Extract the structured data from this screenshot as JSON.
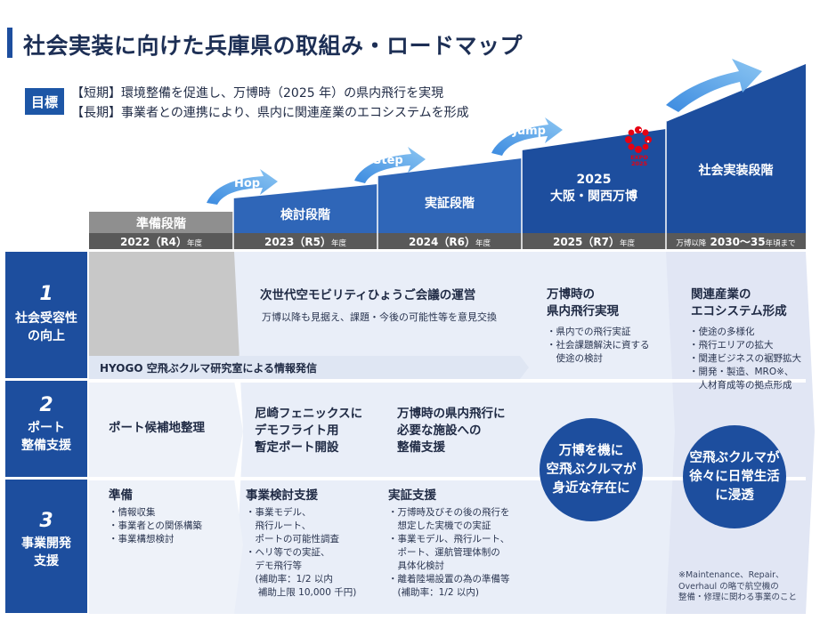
{
  "title": "社会実装に向けた兵庫県の取組み・ロードマップ",
  "goal": {
    "badge": "目標",
    "short": "【短期】環境整備を促進し、万博時（2025 年）の県内飛行を実現",
    "long": "【長期】事業者との連携により、県内に関連産業のエコシステムを形成"
  },
  "arrows": {
    "hop": "Hop",
    "step": "Step",
    "jump": "Jump"
  },
  "stages": [
    {
      "label": "準備段階",
      "year": "2022（R4）",
      "year_suffix": "年度"
    },
    {
      "label": "検討段階",
      "year": "2023（R5）",
      "year_suffix": "年度"
    },
    {
      "label": "実証段階",
      "year": "2024（R6）",
      "year_suffix": "年度"
    },
    {
      "label_line1": "2025",
      "label_line2": "大阪・関西万博",
      "year": "2025（R7）",
      "year_suffix": "年度"
    },
    {
      "label": "社会実装段階",
      "year_prefix": "万博以降",
      "year": "2030〜35",
      "year_suffix": "年頃まで"
    }
  ],
  "expo_logo_text": [
    "EXPO",
    "2025"
  ],
  "rows": [
    {
      "num": "1",
      "name_line1": "社会受容性",
      "name_line2": "の向上"
    },
    {
      "num": "2",
      "name_line1": "ポート",
      "name_line2": "整備支援"
    },
    {
      "num": "3",
      "name_line1": "事業開発",
      "name_line2": "支援"
    }
  ],
  "row1": {
    "council_title": "次世代空モビリティひょうご会議の運営",
    "council_desc": "万博以降も見据え、課題・今後の可能性等を意見交換",
    "hyogo": "HYOGO 空飛ぶクルマ研究室による情報発信"
  },
  "row2": {
    "prep": "ポート候補地整理",
    "review": [
      "尼崎フェニックスに",
      "デモフライト用",
      "暫定ポート開設"
    ],
    "demo": [
      "万博時の県内飛行に",
      "必要な施設への",
      "整備支援"
    ]
  },
  "row3": {
    "prep_title": "準備",
    "prep_items": [
      "・情報収集",
      "・事業者との関係構築",
      "・事業構想検討"
    ],
    "review_title": "事業検討支援",
    "review_items": [
      "・事業モデル、",
      "　飛行ルート、",
      "　ポートの可能性調査",
      "・ヘリ等での実証、",
      "　デモ飛行等",
      "　(補助率：1/2 以内",
      "　 補助上限 10,000 千円)"
    ],
    "demo_title": "実証支援",
    "demo_items": [
      "・万博時及びその後の飛行を",
      "　想定した実機での実証",
      "・事業モデル、飛行ルート、",
      "　ポート、運航管理体制の",
      "　具体化検討",
      "・離着陸場設置の為の準備等",
      "　(補助率：1/2 以内)"
    ]
  },
  "expo_col": {
    "title_line1": "万博時の",
    "title_line2": "県内飛行実現",
    "items": [
      "・県内での飛行実証",
      "・社会課題解決に資する",
      "　使途の検討"
    ],
    "circle": [
      "万博を機に",
      "空飛ぶクルマが",
      "身近な存在に"
    ]
  },
  "impl_col": {
    "title_line1": "関連産業の",
    "title_line2": "エコシステム形成",
    "items": [
      "・使途の多様化",
      "・飛行エリアの拡大",
      "・関連ビジネスの裾野拡大",
      "・開発・製造、MRO※、",
      "　人材育成等の拠点形成"
    ],
    "circle": [
      "空飛ぶクルマが",
      "徐々に日常生活",
      "に浸透"
    ],
    "note": [
      "※Maintenance、Repair、",
      "Overhaul の略で航空機の",
      "整備・修理に関わる事業のこと"
    ]
  },
  "colors": {
    "navy": "#1d4e9e",
    "blue_light": "#2f66b8",
    "gray": "#8f8f8f",
    "pale_blue": "#e6ecf7",
    "pale_gray": "#c8c8c8",
    "expo_red": "#e60012"
  }
}
